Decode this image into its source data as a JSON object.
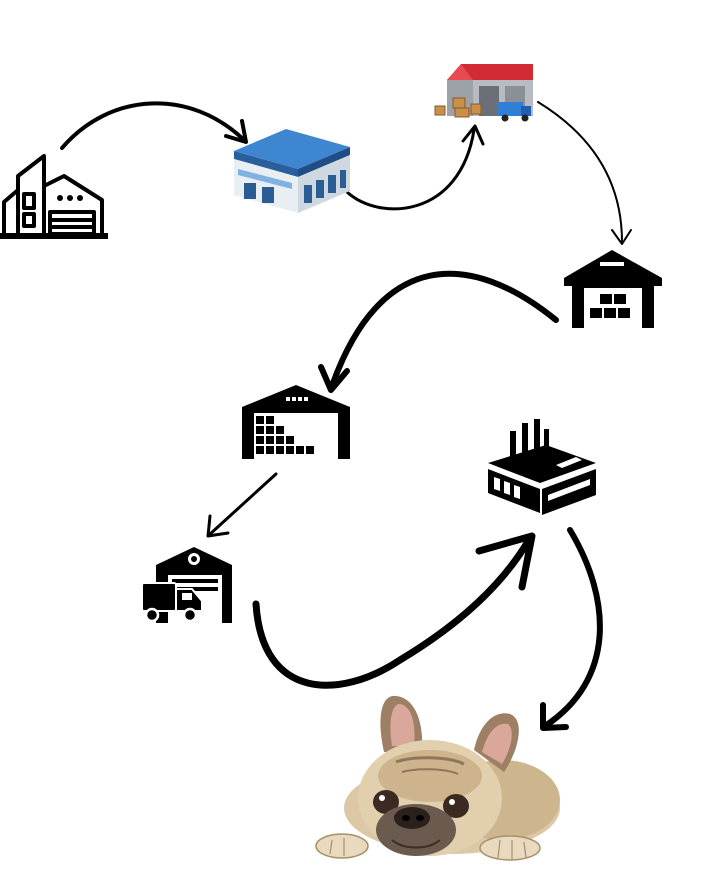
{
  "diagram": {
    "nodes": [
      {
        "id": "office",
        "icon": "office-building-icon",
        "style": "outline"
      },
      {
        "id": "blue-warehouse",
        "icon": "blue-warehouse-icon",
        "style": "color"
      },
      {
        "id": "distribution-center",
        "icon": "distribution-center-icon",
        "style": "color"
      },
      {
        "id": "storage-warehouse",
        "icon": "storage-warehouse-icon",
        "style": "solid"
      },
      {
        "id": "shelving-warehouse",
        "icon": "shelving-warehouse-icon",
        "style": "solid"
      },
      {
        "id": "truck-depot",
        "icon": "truck-depot-icon",
        "style": "solid"
      },
      {
        "id": "factory",
        "icon": "factory-icon",
        "style": "solid"
      },
      {
        "id": "french-bulldog",
        "icon": "french-bulldog-image",
        "style": "photo"
      }
    ],
    "edges": [
      {
        "from": "office",
        "to": "blue-warehouse"
      },
      {
        "from": "blue-warehouse",
        "to": "distribution-center"
      },
      {
        "from": "distribution-center",
        "to": "storage-warehouse"
      },
      {
        "from": "storage-warehouse",
        "to": "shelving-warehouse"
      },
      {
        "from": "shelving-warehouse",
        "to": "truck-depot"
      },
      {
        "from": "truck-depot",
        "to": "factory"
      },
      {
        "from": "factory",
        "to": "french-bulldog"
      }
    ],
    "colors": {
      "ink": "#000000",
      "blue_roof": "#2f6fb8",
      "red_roof": "#d12b35",
      "wall_grey": "#b8bcc2",
      "box_brown": "#c8904a",
      "dog_fur": "#d9c3a0",
      "dog_dark": "#6b5a4e"
    }
  }
}
